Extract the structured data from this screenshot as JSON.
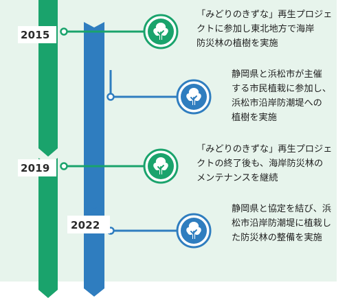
{
  "colors": {
    "panel": "#e7f4ec",
    "green": "#1aa36c",
    "blue": "#2f7dbf"
  },
  "timeline": {
    "events": [
      {
        "year": "2015",
        "bar": "green",
        "icon": "tree-icon",
        "text": "「みどりのきずな」再生プロジェ\nクトに参加し東北地方で海岸\n防災林の植樹を実施"
      },
      {
        "year": "",
        "bar": "blue",
        "icon": "tree-icon",
        "text": "静岡県と浜松市が主催\nする市民植栽に参加し、\n浜松市沿岸防潮堤への\n植樹を実施"
      },
      {
        "year": "2019",
        "bar": "green",
        "icon": "tree-icon",
        "text": "「みどりのきずな」再生プロジェ\nクトの終了後も、海岸防災林の\nメンテナンスを継続"
      },
      {
        "year": "2022",
        "bar": "blue",
        "icon": "tree-icon",
        "text": "静岡県と協定を結び、浜\n松市沿岸防潮堤に植栽し\nた防災林の整備を実施"
      }
    ]
  }
}
